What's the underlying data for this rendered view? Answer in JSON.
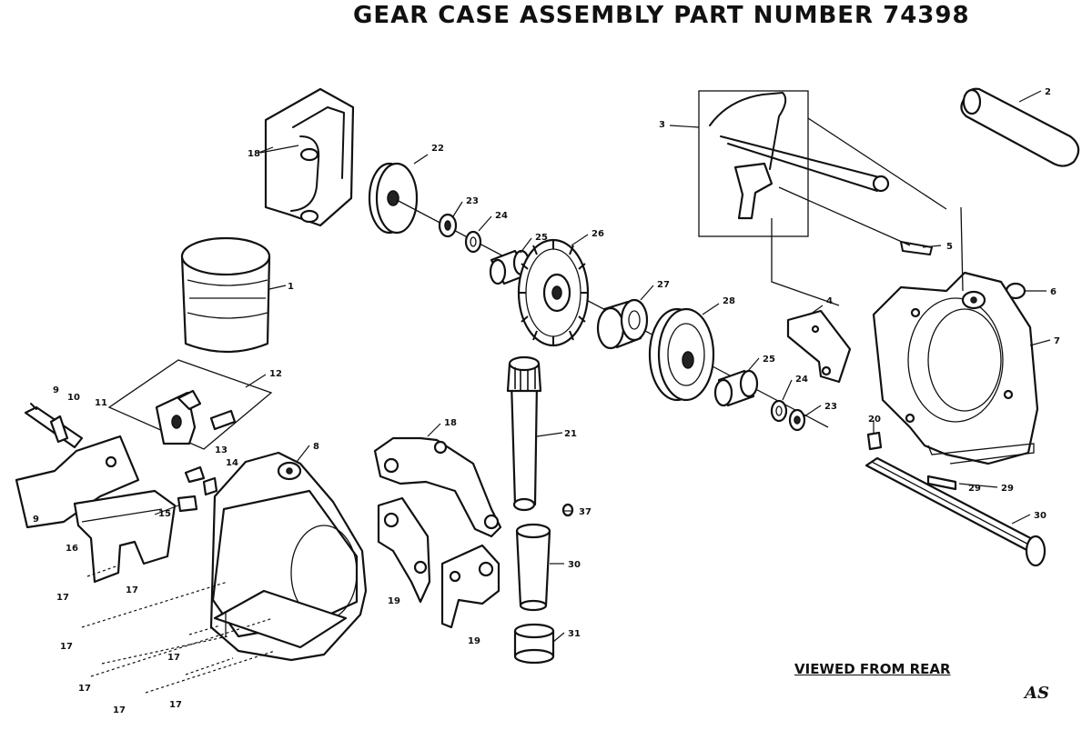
{
  "title": "GEAR CASE ASSEMBLY PART NUMBER 74398",
  "footer": {
    "viewed": "VIEWED FROM REAR",
    "code": "AS"
  },
  "callouts": {
    "p1": "1",
    "p2": "2",
    "p3": "3",
    "p4": "4",
    "p5": "5",
    "p6": "6",
    "p7": "7",
    "p8": "8",
    "p9a": "9",
    "p9b": "9",
    "p10": "10",
    "p11": "11",
    "p12": "12",
    "p13": "13",
    "p14": "14",
    "p15": "15",
    "p16": "16",
    "p17a": "17",
    "p17b": "17",
    "p17c": "17",
    "p17d": "17",
    "p17e": "17",
    "p17f": "17",
    "p17g": "17",
    "p18a": "18",
    "p18b": "18",
    "p19a": "19",
    "p19b": "19",
    "p20": "20",
    "p21": "21",
    "p22": "22",
    "p23a": "23",
    "p23b": "23",
    "p24a": "24",
    "p24b": "24",
    "p25a": "25",
    "p25b": "25",
    "p26": "26",
    "p27": "27",
    "p28": "28",
    "p29a": "29",
    "p29b": "29",
    "p30a": "30",
    "p30b": "30",
    "p31": "31",
    "p37": "37"
  }
}
